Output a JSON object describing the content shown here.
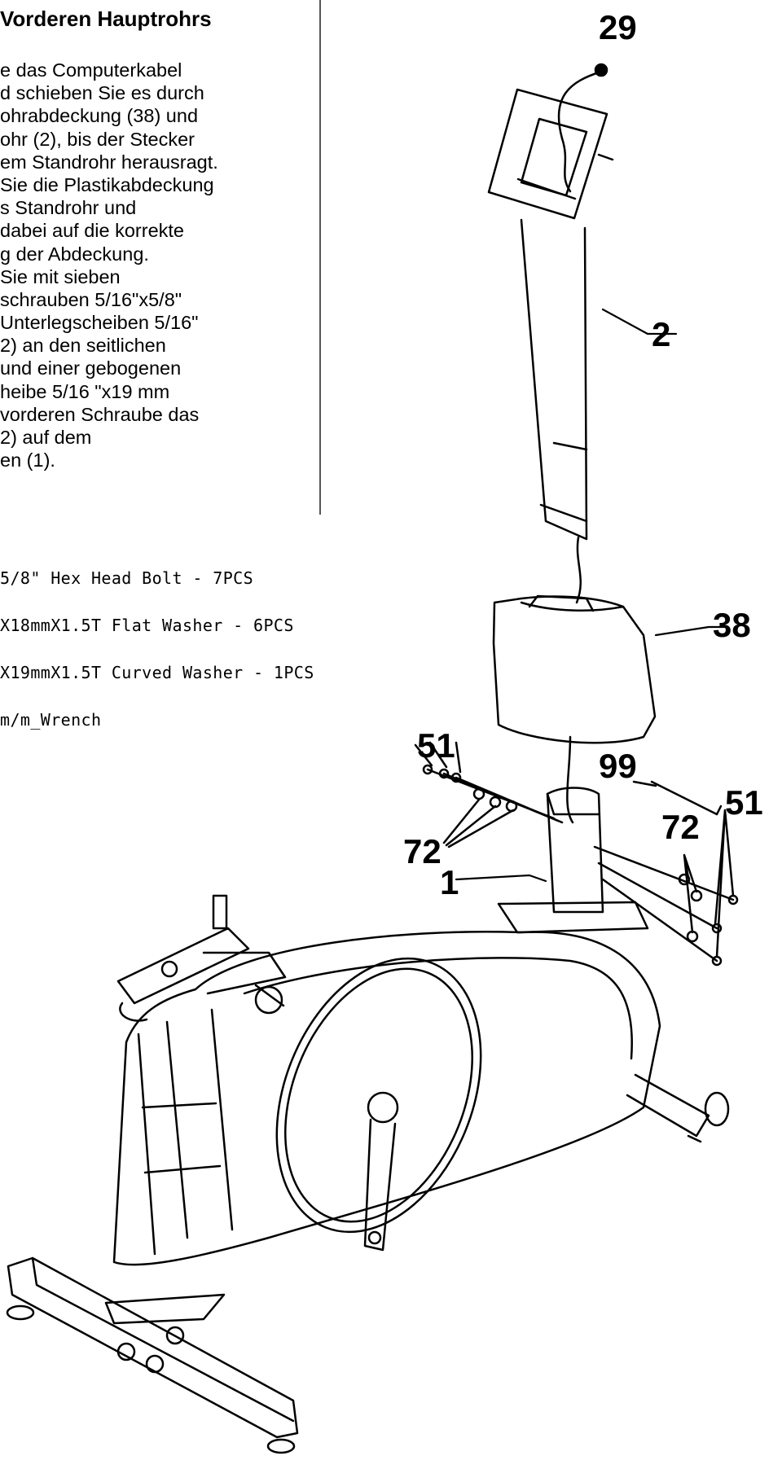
{
  "step": {
    "title": "Vorderen Hauptrohrs"
  },
  "instructions": [
    "e das Computerkabel",
    "d schieben Sie es durch",
    "ohrabdeckung (38) und",
    "ohr (2), bis der Stecker",
    "em Standrohr herausragt.",
    "Sie die Plastikabdeckung",
    "s Standrohr und",
    " dabei auf die korrekte",
    "g der Abdeckung.",
    " Sie mit sieben",
    "schrauben 5/16\"x5/8\"",
    " Unterlegscheiben 5/16\"",
    "2) an den seitlichen",
    " und einer gebogenen",
    "heibe 5/16 \"x19 mm",
    " vorderen Schraube das",
    "2) auf dem",
    "en (1)."
  ],
  "parts": [
    "5/8\" Hex Head Bolt - 7PCS",
    "X18mmX1.5T Flat Washer - 6PCS",
    "X19mmX1.5T Curved Washer - 1PCS",
    " m/m_Wrench"
  ],
  "callouts": {
    "cable": "29",
    "upright_tube": "2",
    "tube_cover": "38",
    "bolts_left": "51",
    "curved_washer": "99",
    "bolts_right": "51",
    "flat_washers_left": "72",
    "flat_washers_right": "72",
    "main_frame": "1"
  },
  "colors": {
    "ink": "#000000",
    "background": "#ffffff",
    "divider": "#555555"
  }
}
